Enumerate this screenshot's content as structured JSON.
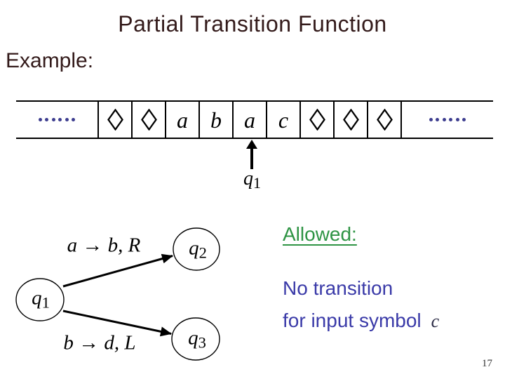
{
  "slide": {
    "title": "Partial Transition Function",
    "example_label": "Example:",
    "page_number": "17"
  },
  "theme": {
    "heading_color": "#331a1a",
    "allowed_color": "#2e9444",
    "note_color": "#3a3aa8",
    "dots_color": "#3d3d8f",
    "ink": "#000000"
  },
  "tape": {
    "cells": [
      "◇",
      "◇",
      "a",
      "b",
      "a",
      "c",
      "◇",
      "◇",
      "◇"
    ],
    "left_ellipsis_dots": 6,
    "right_ellipsis_dots": 6
  },
  "head": {
    "state_base": "q",
    "state_sub": "1"
  },
  "diagram": {
    "states": [
      {
        "base": "q",
        "sub": "1"
      },
      {
        "base": "q",
        "sub": "2"
      },
      {
        "base": "q",
        "sub": "3"
      }
    ],
    "transitions": [
      {
        "label": "a → b, R"
      },
      {
        "label": "b → d, L"
      }
    ]
  },
  "annotations": {
    "allowed_label": "Allowed:",
    "note_line1": "No transition",
    "note_line2": "for input symbol",
    "note_symbol": "c"
  }
}
